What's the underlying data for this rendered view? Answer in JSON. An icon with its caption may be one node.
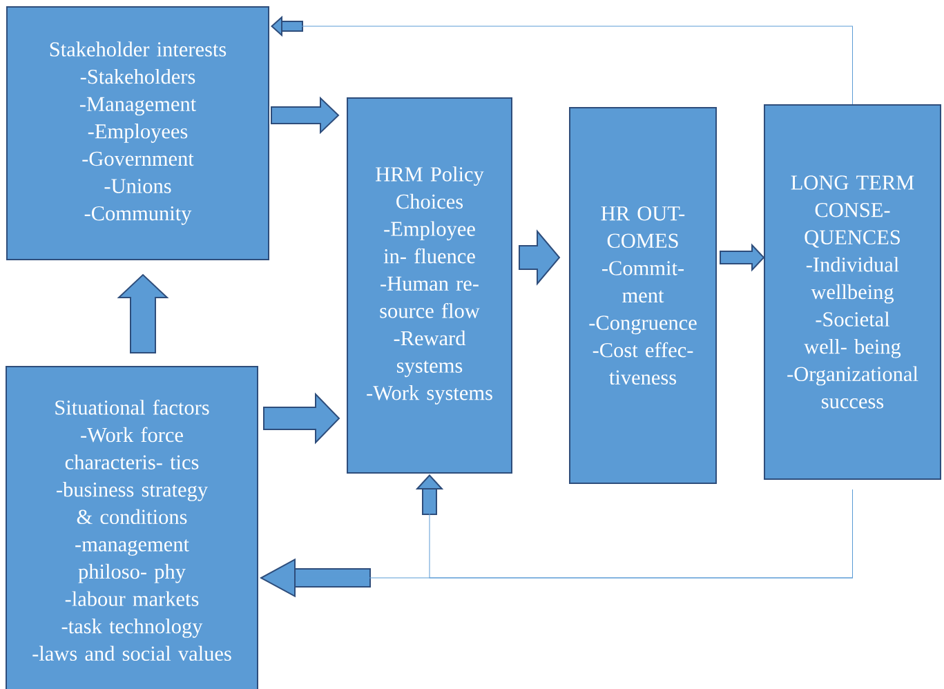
{
  "diagram": {
    "nodes": [
      {
        "text": [
          "Stakeholder interests",
          "-Stakeholders",
          "-Management",
          "-Employees",
          "-Government",
          "-Unions",
          "-Community"
        ]
      },
      {
        "text": [
          "HRM Policy Choices",
          "-Employee in- fluence",
          "-Human re- source flow",
          "-Reward systems",
          "-Work systems"
        ]
      },
      {
        "text": [
          "HR OUT- COMES",
          "-Commit- ment",
          "-Congruence",
          "-Cost effec- tiveness"
        ]
      },
      {
        "text": [
          "LONG TERM CONSE- QUENCES",
          "-Individual wellbeing",
          "-Societal well- being",
          "-Organizational success"
        ]
      },
      {
        "text": [
          "Situational factors",
          "-Work force characteris- tics",
          "-business strategy & conditions",
          "-management philoso- phy",
          "-labour markets",
          "-task technology",
          "-laws and social values"
        ]
      }
    ],
    "edges": [
      {
        "from": 0,
        "to": 1,
        "arrow": "to",
        "style": "thick"
      },
      {
        "from": 4,
        "to": 1,
        "arrow": "to",
        "style": "thick"
      },
      {
        "from": 4,
        "to": 0,
        "arrow": "to",
        "style": "thick"
      },
      {
        "from": 1,
        "to": 2,
        "arrow": "to",
        "style": "thick"
      },
      {
        "from": 2,
        "to": 3,
        "arrow": "to",
        "style": "thick"
      },
      {
        "from": 3,
        "to": 0,
        "arrow": "to"
      },
      {
        "from": 3,
        "to": 4,
        "arrow": "to"
      },
      {
        "from": 3,
        "to": 1,
        "arrow": "to"
      }
    ]
  }
}
